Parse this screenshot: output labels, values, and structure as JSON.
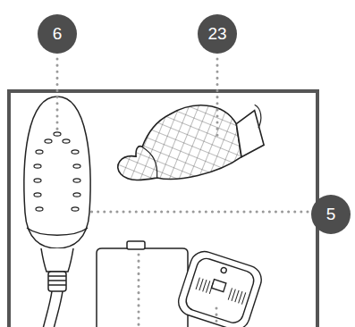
{
  "diagram": {
    "labels": [
      "6",
      "23",
      "5"
    ]
  }
}
